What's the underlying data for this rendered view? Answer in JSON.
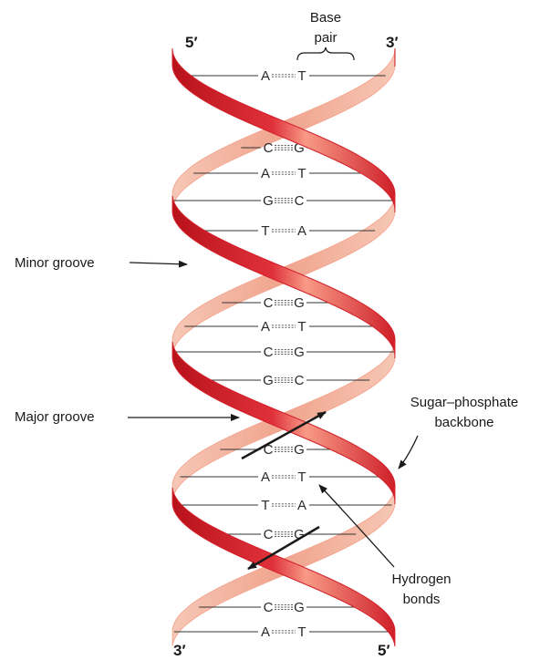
{
  "diagram": {
    "ends": {
      "top_left": "5′",
      "top_right": "3′",
      "bottom_left": "3′",
      "bottom_right": "5′"
    },
    "labels": {
      "base_pair": [
        "Base",
        "pair"
      ],
      "minor_groove": "Minor groove",
      "major_groove": "Major groove",
      "backbone": [
        "Sugar–phosphate",
        "backbone"
      ],
      "hydrogen_bonds": [
        "Hydrogen",
        "bonds"
      ]
    },
    "base_pairs": [
      {
        "left": "A",
        "right": "T",
        "bonds": 2
      },
      {
        "left": "C",
        "right": "G",
        "bonds": 3
      },
      {
        "left": "A",
        "right": "T",
        "bonds": 2
      },
      {
        "left": "G",
        "right": "C",
        "bonds": 3
      },
      {
        "left": "T",
        "right": "A",
        "bonds": 2
      },
      {
        "left": "C",
        "right": "G",
        "bonds": 3
      },
      {
        "left": "A",
        "right": "T",
        "bonds": 2
      },
      {
        "left": "C",
        "right": "G",
        "bonds": 3
      },
      {
        "left": "G",
        "right": "C",
        "bonds": 3
      },
      {
        "left": "C",
        "right": "G",
        "bonds": 3
      },
      {
        "left": "A",
        "right": "T",
        "bonds": 2
      },
      {
        "left": "T",
        "right": "A",
        "bonds": 2
      },
      {
        "left": "C",
        "right": "G",
        "bonds": 3
      },
      {
        "left": "C",
        "right": "G",
        "bonds": 3
      },
      {
        "left": "A",
        "right": "T",
        "bonds": 2
      }
    ],
    "colors": {
      "strand_front": "#d4202a",
      "strand_highlight": "#f4a088",
      "strand_back": "#f2b59f",
      "text": "#1a1a1a"
    }
  }
}
